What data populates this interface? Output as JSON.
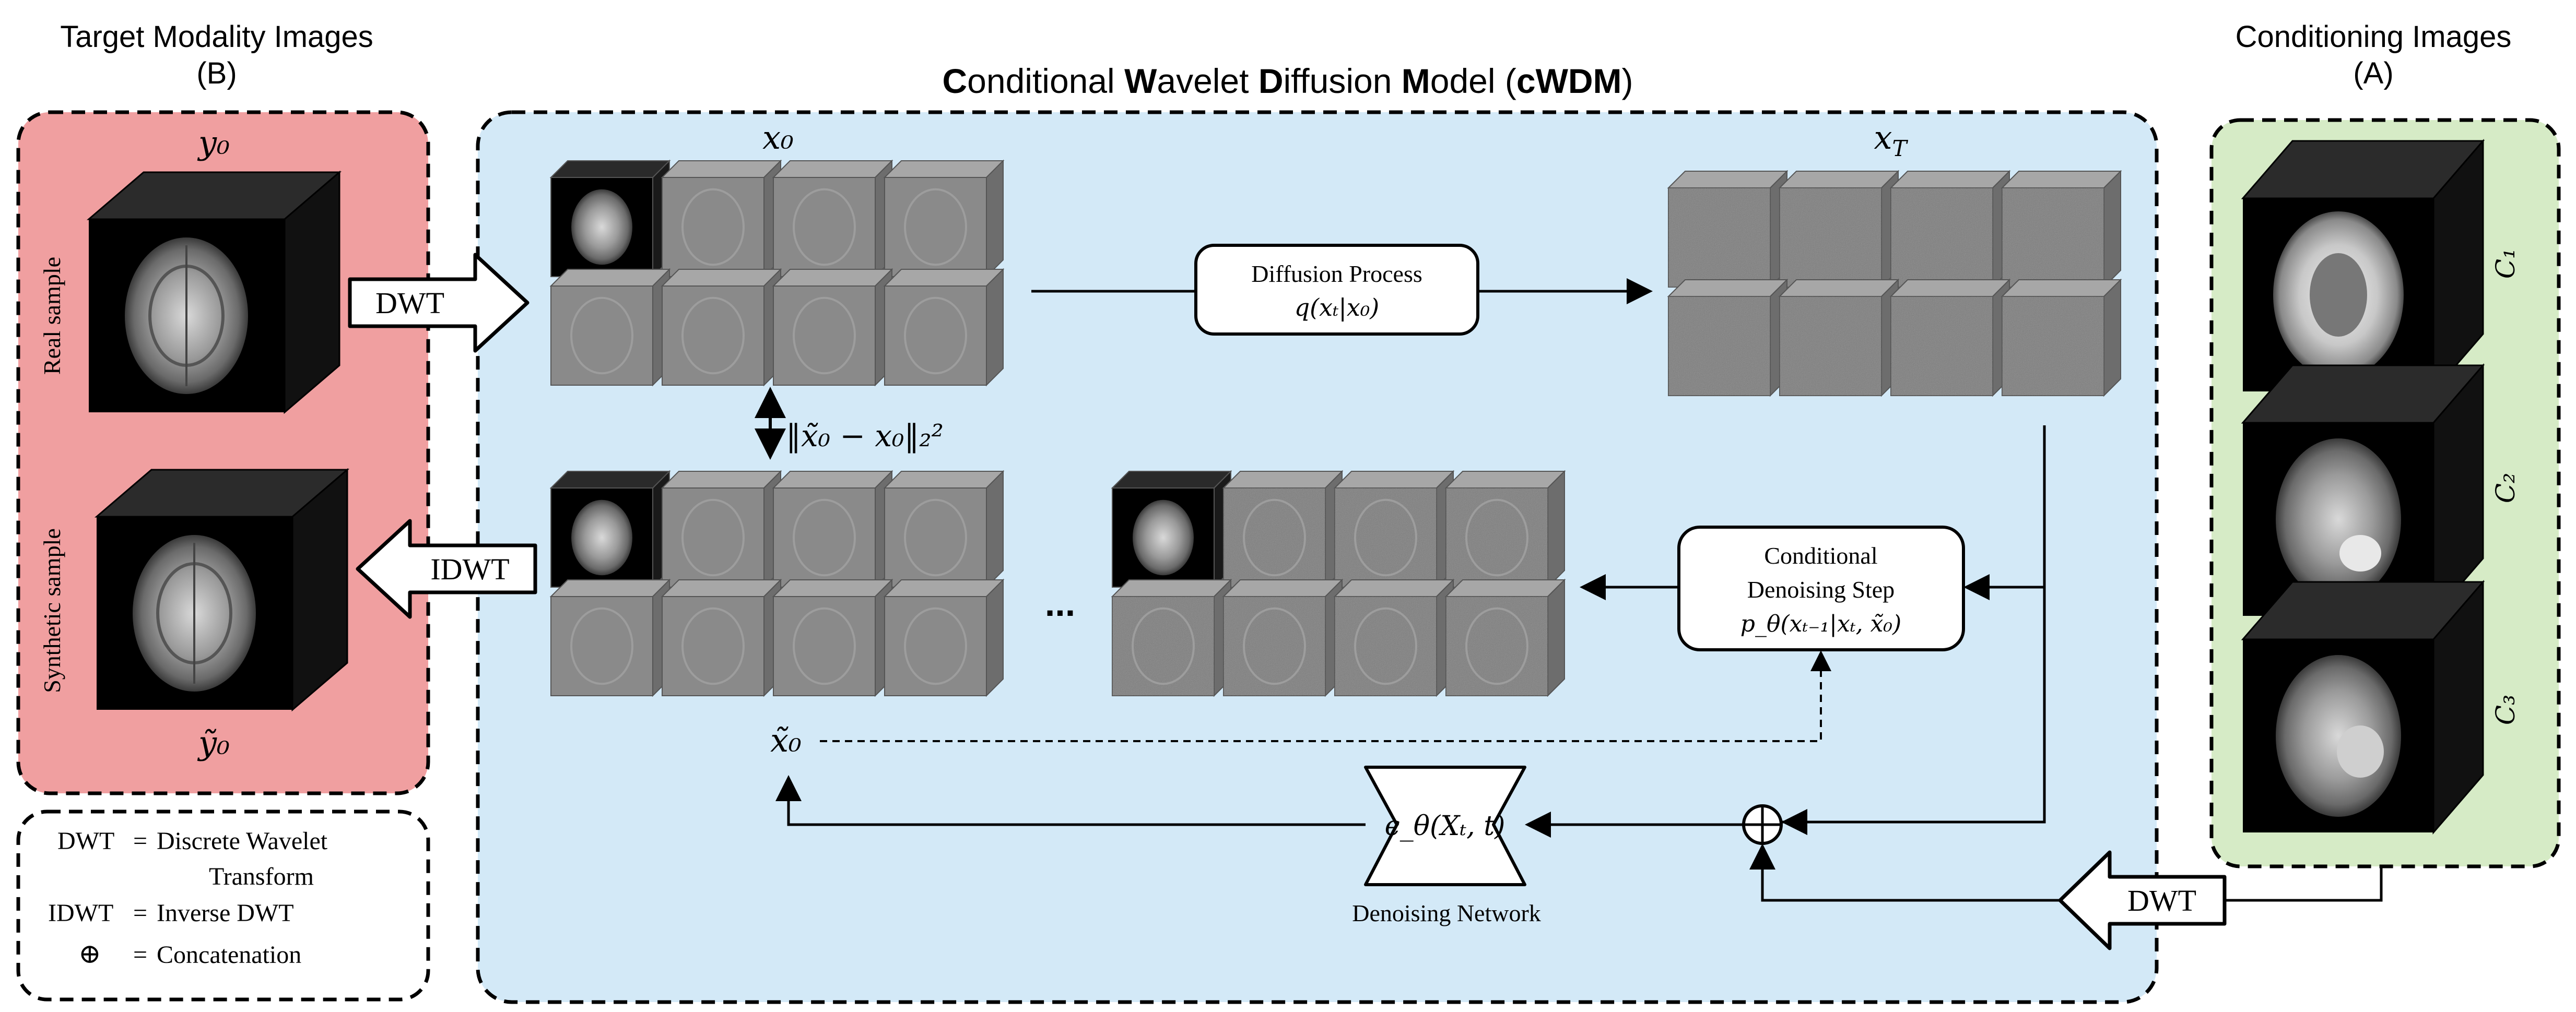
{
  "title": {
    "full": "Conditional Wavelet Diffusion Model (cWDM)",
    "segments": [
      {
        "text": "C",
        "bold": true
      },
      {
        "text": "onditional ",
        "bold": false
      },
      {
        "text": "W",
        "bold": true
      },
      {
        "text": "avelet ",
        "bold": false
      },
      {
        "text": "D",
        "bold": true
      },
      {
        "text": "iffusion ",
        "bold": false
      },
      {
        "text": "M",
        "bold": true
      },
      {
        "text": "odel (",
        "bold": false
      },
      {
        "text": "cWDM",
        "bold": true
      },
      {
        "text": ")",
        "bold": false
      }
    ]
  },
  "target_panel": {
    "heading_line1": "Target Modality Images",
    "heading_line2": "(B)",
    "y0_label": "y₀",
    "y0_tilde_label": "ỹ₀",
    "real_sample_label": "Real sample",
    "synthetic_sample_label": "Synthetic sample"
  },
  "conditioning_panel": {
    "heading_line1": "Conditioning Images",
    "heading_line2": "(A)",
    "labels": [
      "C₁",
      "C₂",
      "C₃"
    ]
  },
  "arrows": {
    "dwt_top": "DWT",
    "idwt": "IDWT",
    "dwt_bottom": "DWT"
  },
  "main_panel": {
    "x0_label": "x₀",
    "xT_label": "x_T",
    "x0_tilde_label": "x̃₀",
    "loss_label": "‖x̃₀ − x₀‖₂²",
    "ellipsis": "...",
    "diffusion_process": {
      "line1": "Diffusion Process",
      "line2": "q(xₜ|x₀)"
    },
    "denoising_step": {
      "line1": "Conditional",
      "line2": "Denoising Step",
      "line3": "p_θ(xₜ₋₁|xₜ, x̃₀)"
    },
    "network_formula": "ϵ_θ(Xₜ, t)",
    "network_label": "Denoising Network",
    "concat_symbol": "⊕"
  },
  "legend": {
    "items": [
      {
        "key": "DWT",
        "eq": "=",
        "value_line1": "Discrete Wavelet",
        "value_line2": "Transform"
      },
      {
        "key": "IDWT",
        "eq": "=",
        "value_line1": "Inverse DWT"
      },
      {
        "key": "⊕",
        "eq": "=",
        "value_line1": "Concatenation"
      }
    ]
  },
  "colors": {
    "target_bg": "#f09fa0",
    "main_bg": "#d3e9f7",
    "cond_bg": "#d6ebc6",
    "cube_face": "#8a8a8a",
    "cube_top": "#a7a7a7",
    "cube_side": "#6d6d6d",
    "noise_face": "#7c7c7c"
  }
}
